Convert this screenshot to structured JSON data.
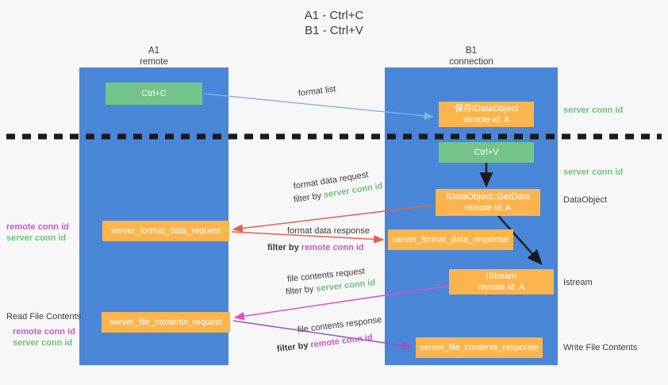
{
  "title": {
    "line1": "A1 - Ctrl+C",
    "line2": "B1 - Ctrl+V"
  },
  "columns": [
    {
      "name": "A1",
      "sub": "remote"
    },
    {
      "name": "B1",
      "sub": "connection"
    }
  ],
  "nodes": {
    "ctrl_c": {
      "label": "Ctrl+C"
    },
    "save_idataobject": {
      "line1": "保存IDataObject",
      "line2": "remote id: A"
    },
    "ctrl_v": {
      "label": "Ctrl+V"
    },
    "getdata": {
      "line1": "IDataObject::GetData",
      "line2": "remote id: A"
    },
    "format_data_request": {
      "label": "server_format_data_request"
    },
    "format_data_response": {
      "label": "server_format_data_response"
    },
    "istream": {
      "line1": "IStream",
      "line2": "remote id: A"
    },
    "file_contents_request": {
      "label": "server_file_contents_request"
    },
    "file_contents_response": {
      "label": "server_file_contents_response"
    }
  },
  "edge_labels": {
    "format_list": "format list",
    "format_data_request": "format data request",
    "format_data_request_filter_prefix": "filter by ",
    "format_data_request_filter_value": "server conn id",
    "format_data_response": "format data response",
    "format_data_response_filter_prefix": "filter by ",
    "format_data_response_filter_value": "remote conn id",
    "file_contents_request": "file contents request",
    "file_contents_request_filter_prefix": "filter by ",
    "file_contents_request_filter_value": "server conn id",
    "file_contents_response": "file contents response",
    "file_contents_response_filter_prefix": "filter by ",
    "file_contents_response_filter_value": "remote conn id"
  },
  "annotations": {
    "right_server_conn_id_top": "server conn id",
    "right_server_conn_id_mid": "server conn id",
    "right_dataobject": "DataObject",
    "right_istream": "Istream",
    "right_write_file_contents": "Write File Contents",
    "left_remote_conn_id_1": "remote conn id",
    "left_server_conn_id_1": "server conn id",
    "left_read_file_contents": "Read File Contents",
    "left_remote_conn_id_2": "remote conn id",
    "left_server_conn_id_2": "server conn id"
  },
  "colors": {
    "lane": "#4a86d8",
    "green_node": "#74c48a",
    "orange_node": "#fcb44d",
    "server_conn_id": "#6ec17f",
    "remote_conn_id": "#c45ad0",
    "arrow_blue": "#7fb2e5",
    "arrow_red": "#e8604c",
    "arrow_pink": "#e84ec0",
    "arrow_purple": "#9b51c4",
    "arrow_black": "#1a1a1a",
    "divider": "#1a1a1a",
    "background": "#f7f7f7"
  }
}
